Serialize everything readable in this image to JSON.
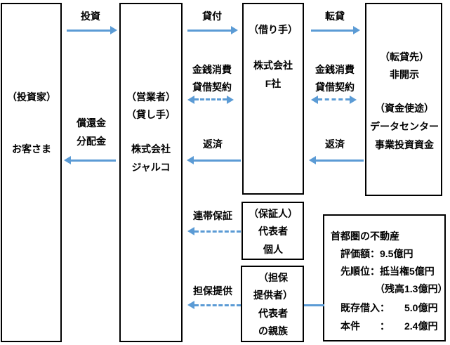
{
  "diagram": {
    "title": "Financing scheme flow diagram",
    "accent_color": "#5B9BD5",
    "line_color": "#000000"
  },
  "boxes": {
    "investor": {
      "name": "investor-box",
      "lines": [
        "（投資家）",
        "お客さま"
      ]
    },
    "operator": {
      "name": "operator-box",
      "lines": [
        "（営業者）",
        "（貸し手）",
        "株式会社",
        "ジャルコ"
      ]
    },
    "borrower": {
      "name": "borrower-box",
      "lines": [
        "（借り手）",
        "株式会社",
        "F社"
      ]
    },
    "sublender": {
      "name": "sublender-box",
      "lines": [
        "（転貸先）",
        "非開示",
        "（資金使途）",
        "データセンター",
        "事業投資資金"
      ]
    },
    "guarantor": {
      "name": "guarantor-box",
      "lines": [
        "（保証人）",
        "代表者",
        "個人"
      ]
    },
    "collateral_provider": {
      "name": "collateral-provider-box",
      "lines": [
        "（担保",
        "提供者）",
        "代表者",
        "の親族"
      ]
    },
    "property": {
      "name": "property-box",
      "lines": [
        "首都圏の不動産",
        "　評価額：9.5億円",
        "　先順位：抵当権5億円",
        "　　　　　（残高1.3億円）",
        "　既存借入：　　5.0億円",
        "　本件　　：　　2.4億円"
      ]
    }
  },
  "arrows": {
    "investment": {
      "label": "投資",
      "style": "solid",
      "direction": "right"
    },
    "redemption": {
      "label_line1": "償還金",
      "label_line2": "分配金",
      "style": "solid",
      "direction": "left"
    },
    "loan": {
      "label": "貸付",
      "style": "solid",
      "direction": "right"
    },
    "money_contract_left": {
      "label_line1": "金銭消費",
      "label_line2": "貸借契約",
      "style": "dashed",
      "direction": "both"
    },
    "repayment_left": {
      "label": "返済",
      "style": "solid",
      "direction": "left"
    },
    "sublease": {
      "label": "転貸",
      "style": "solid",
      "direction": "right"
    },
    "money_contract_right": {
      "label_line1": "金銭消費",
      "label_line2": "貸借契約",
      "style": "dashed",
      "direction": "both"
    },
    "repayment_right": {
      "label": "返済",
      "style": "solid",
      "direction": "left"
    },
    "joint_guarantee": {
      "label": "連帯保証",
      "style": "dashed",
      "direction": "left"
    },
    "collateral_offer": {
      "label": "担保提供",
      "style": "dashed",
      "direction": "left"
    },
    "property_link": {
      "label": "",
      "style": "solid",
      "direction": "none"
    }
  }
}
